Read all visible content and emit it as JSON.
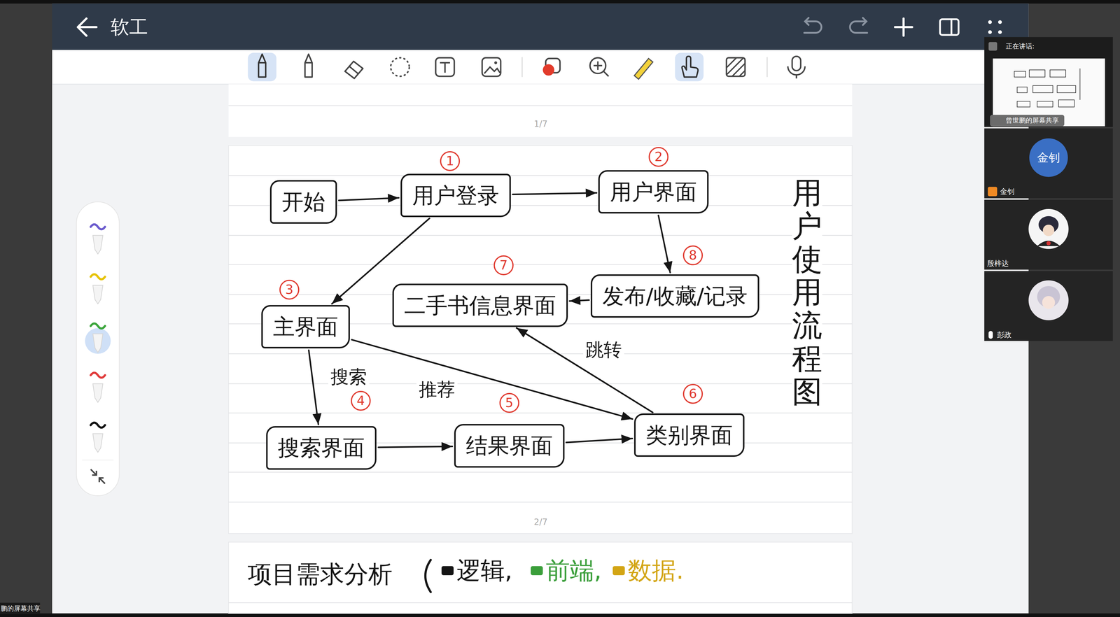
{
  "diagram": {
    "title": "用户使用流程图",
    "nodes": [
      {
        "text": [
          "开始"
        ]
      },
      {
        "text": [
          "用户登录"
        ]
      },
      {
        "text": [
          "用户界面"
        ]
      },
      {
        "text": [
          "主界面"
        ]
      },
      {
        "text": [
          "二手书信息界面"
        ]
      },
      {
        "text": [
          "发布/收藏/记录"
        ]
      },
      {
        "text": [
          "搜索界面"
        ]
      },
      {
        "text": [
          "结果界面"
        ]
      },
      {
        "text": [
          "类别界面"
        ]
      }
    ],
    "edges": [
      {
        "from": 0,
        "to": 1,
        "arrow": "to"
      },
      {
        "from": 1,
        "to": 2,
        "arrow": "to"
      },
      {
        "from": 1,
        "to": 3,
        "arrow": "to"
      },
      {
        "from": 2,
        "to": 5,
        "arrow": "to"
      },
      {
        "from": 5,
        "to": 4,
        "arrow": "to"
      },
      {
        "from": 3,
        "to": 6,
        "label": "搜索",
        "arrow": "to"
      },
      {
        "from": 3,
        "to": 8,
        "label": "推荐",
        "arrow": "to"
      },
      {
        "from": 6,
        "to": 7,
        "arrow": "to"
      },
      {
        "from": 7,
        "to": 8,
        "arrow": "to"
      },
      {
        "from": 8,
        "to": 4,
        "label": "跳转",
        "arrow": "to"
      }
    ],
    "labels": [
      "软工",
      "1/7",
      "2/7",
      "1",
      "2",
      "3",
      "4",
      "5",
      "6",
      "7",
      "8",
      "项目需求分析",
      "正在讲话:",
      "曾世鹏的屏幕共享",
      "金钊",
      "金钊",
      "殷梓达",
      "彭政",
      "鹏的屏幕共享"
    ],
    "legend": [
      {
        "text": "逻辑,",
        "color": "#151515"
      },
      {
        "text": "前端,",
        "color": "#3a9e3a"
      },
      {
        "text": "数据.",
        "color": "#d3a514"
      }
    ]
  }
}
